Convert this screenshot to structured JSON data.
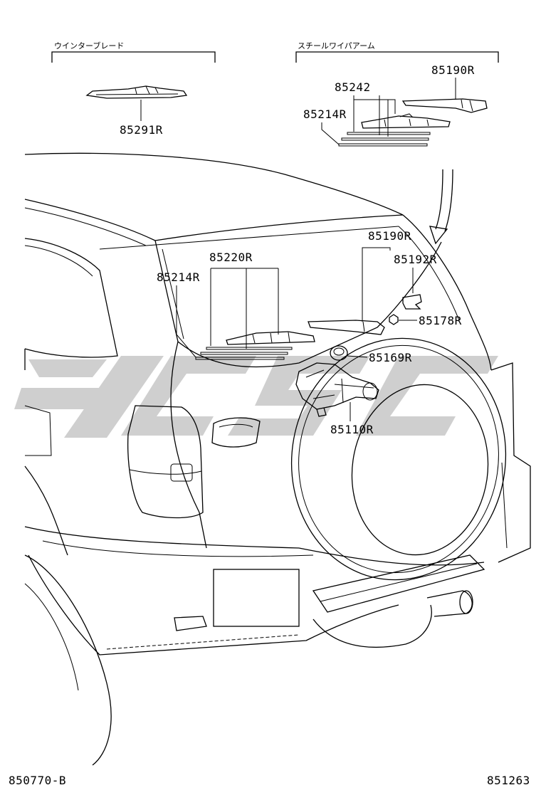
{
  "groups": {
    "winter_blade": "ウインターブレード",
    "steel_wiper_arm": "スチールワイパアーム"
  },
  "parts": {
    "p85291R": "85291R",
    "p85242": "85242",
    "p85214R_top": "85214R",
    "p85190R_top": "85190R",
    "p85190R": "85190R",
    "p85192R": "85192R",
    "p85220R": "85220R",
    "p85214R": "85214R",
    "p85178R": "85178R",
    "p85169R": "85169R",
    "p85110R": "85110R"
  },
  "footer": {
    "left_code": "850770-B",
    "right_code": "851263"
  },
  "watermark": "\\\\CSC"
}
